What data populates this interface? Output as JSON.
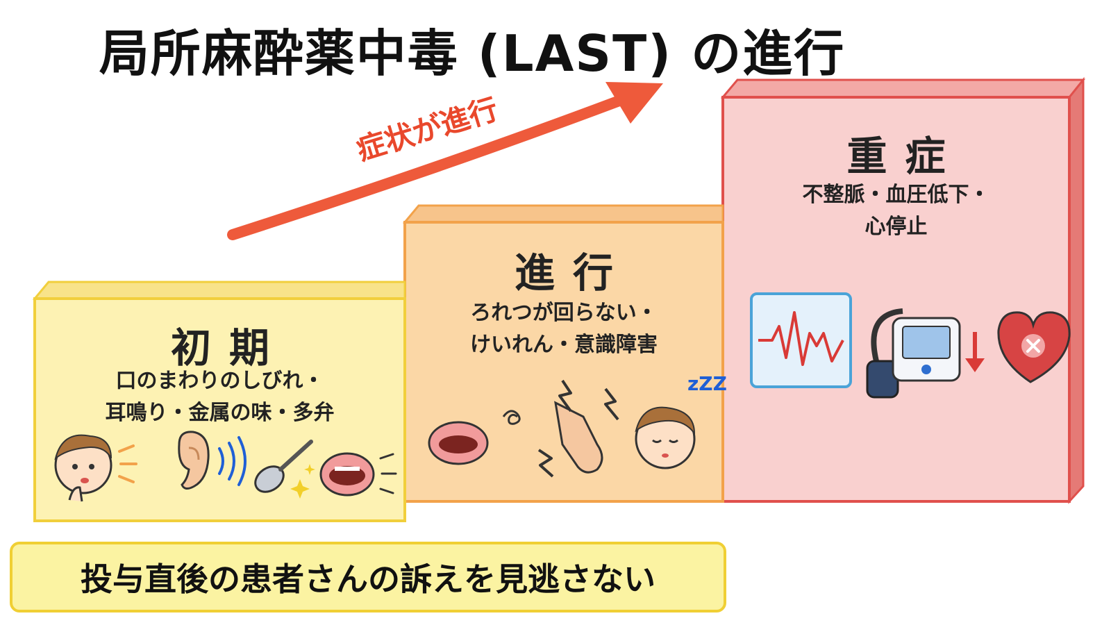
{
  "title": "局所麻酔薬中毒 (LAST) の進行",
  "arrow_label": "症状が進行",
  "stages": [
    {
      "name": "初期",
      "desc_line1": "口のまわりのしびれ・",
      "desc_line2": "耳鳴り・金属の味・多弁"
    },
    {
      "name": "進行",
      "desc_line1": "ろれつが回らない・",
      "desc_line2": "けいれん・意識障害"
    },
    {
      "name": "重症",
      "desc_line1": "不整脈・血圧低下・",
      "desc_line2": "心停止"
    }
  ],
  "icons": {
    "stage1": [
      "confused-child-icon",
      "ear-tinnitus-icon",
      "spoon-metal-taste-icon",
      "talking-mouth-icon"
    ],
    "stage2": [
      "slurred-mouth-icon",
      "convulsion-arm-icon",
      "sleepy-child-icon"
    ],
    "stage3": [
      "ecg-monitor-icon",
      "blood-pressure-monitor-icon",
      "down-arrow-icon",
      "heart-stop-icon"
    ]
  },
  "zzz_text": "zZZ",
  "banner_text": "投与直後の患者さんの訴えを見逃さない",
  "colors": {
    "stage1_fill": "#fdf2b3",
    "stage1_border": "#f1cf3c",
    "stage2_fill": "#fbd7a6",
    "stage2_border": "#f2a24a",
    "stage3_fill": "#f9d0cf",
    "stage3_border": "#e0504c",
    "arrow": "#ee5a3b",
    "banner_fill": "#fbf3a2"
  }
}
